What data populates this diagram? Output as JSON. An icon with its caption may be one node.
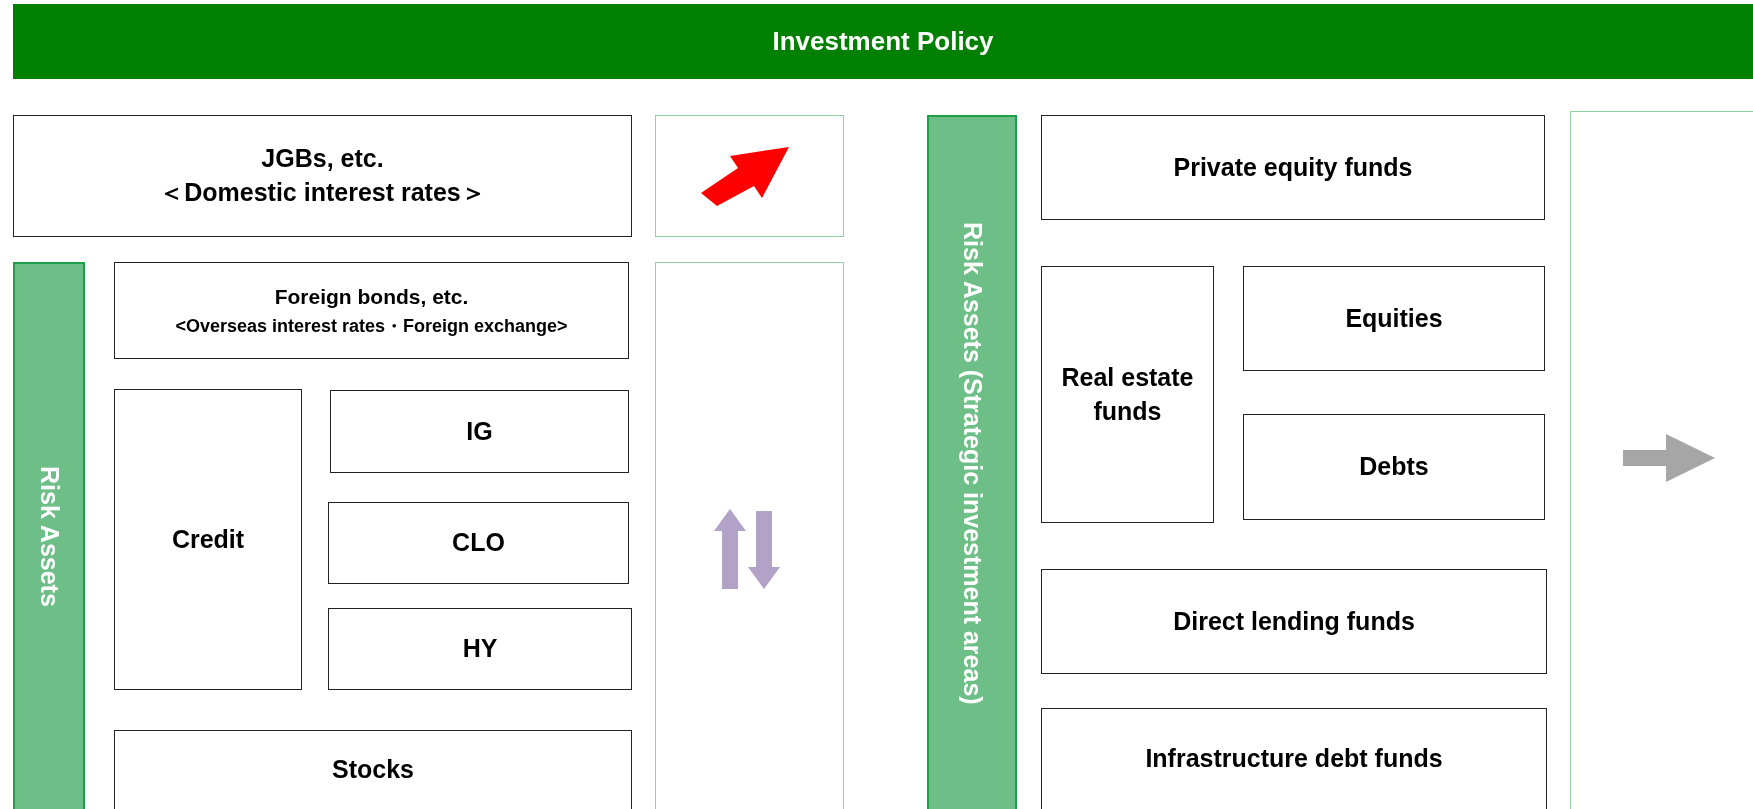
{
  "diagram": {
    "nodes": [
      {
        "text": [
          "Investment Policy"
        ]
      },
      {
        "text": [
          "JGBs, etc.",
          "＜Domestic interest rates＞"
        ]
      },
      {
        "text": [],
        "shape": "box"
      },
      {
        "text": [
          "Risk Assets"
        ]
      },
      {
        "text": [
          "Foreign bonds, etc.",
          "<Overseas interest rates・Foreign exchange>"
        ]
      },
      {
        "text": [
          "Credit"
        ]
      },
      {
        "text": [
          "IG"
        ]
      },
      {
        "text": [
          "CLO"
        ]
      },
      {
        "text": [
          "HY"
        ]
      },
      {
        "text": [
          "Stocks"
        ]
      },
      {
        "text": [],
        "shape": "box"
      },
      {
        "text": [
          "Risk Assets (Strategic investment areas)"
        ]
      },
      {
        "text": [
          "Private equity funds"
        ]
      },
      {
        "text": [
          "Real estate funds"
        ]
      },
      {
        "text": [
          "Equities"
        ]
      },
      {
        "text": [
          "Debts"
        ]
      },
      {
        "text": [
          "Direct lending funds"
        ]
      },
      {
        "text": [
          "Infrastructure debt funds"
        ]
      },
      {
        "text": [],
        "shape": "box"
      }
    ]
  }
}
